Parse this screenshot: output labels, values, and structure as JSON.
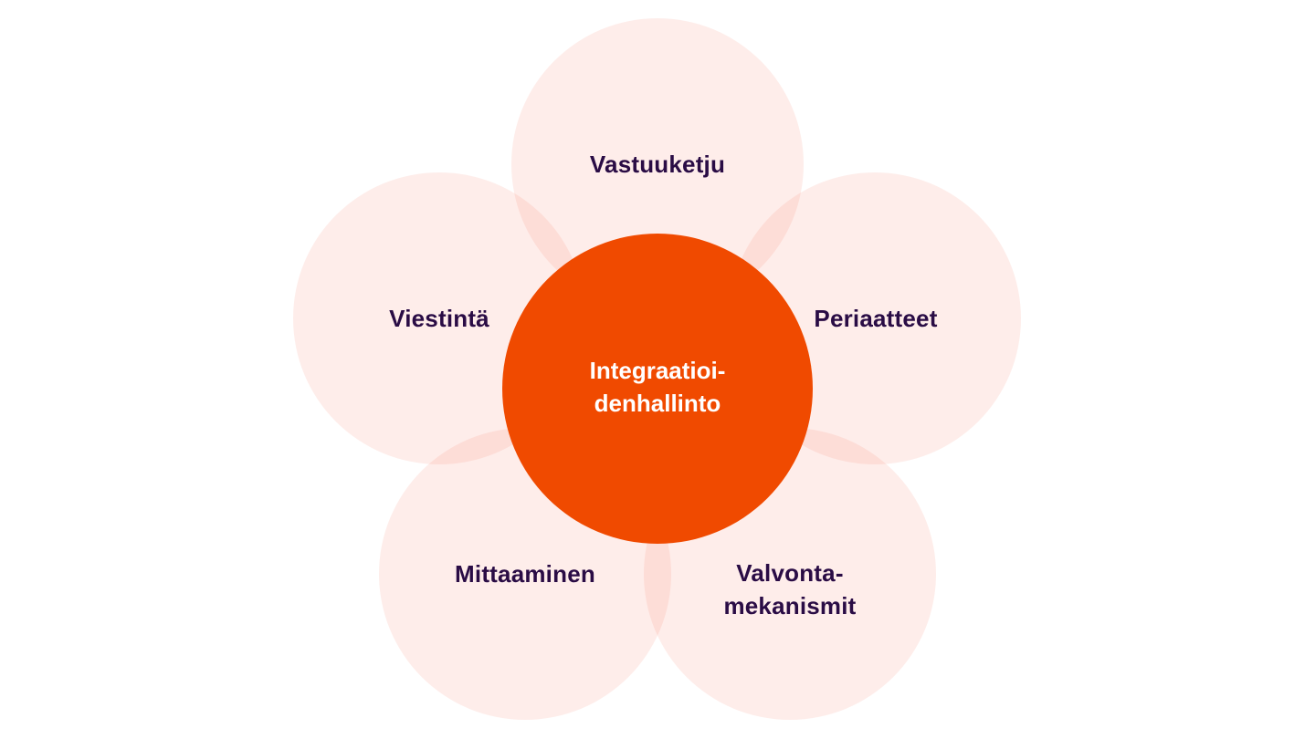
{
  "diagram": {
    "center": {
      "label": "Integraatioi-\ndenhallinto",
      "color": "#f04a00",
      "text_color": "#ffffff"
    },
    "petals": [
      {
        "id": "top",
        "label": "Vastuuketju"
      },
      {
        "id": "left",
        "label": "Viestintä"
      },
      {
        "id": "right",
        "label": "Periaatteet"
      },
      {
        "id": "bottom-left",
        "label": "Mittaaminen"
      },
      {
        "id": "bottom-right",
        "label": "Valvonta-\nmekanismit"
      }
    ],
    "petal_color": "#fde9e6",
    "petal_text_color": "#2a0c45"
  }
}
